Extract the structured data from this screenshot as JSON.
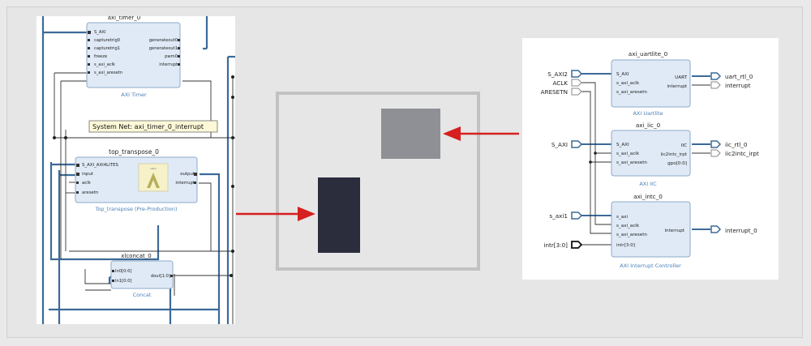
{
  "left_panel": {
    "timer_title": "axi_timer_0",
    "timer_ports_left": [
      "S_AXI",
      "capturetrig0",
      "capturetrig1",
      "freeze",
      "s_axi_aclk",
      "s_axi_aresetn"
    ],
    "timer_ports_right": [
      "generateout0",
      "generateout1",
      "pwm0",
      "interrupt"
    ],
    "timer_label": "AXI Timer",
    "tooltip": "System Net: axi_timer_0_interrupt",
    "transpose_title": "top_transpose_0",
    "transpose_ports_left": [
      "S_AXI_AXI4LITES",
      "input",
      "aclk",
      "aresetn"
    ],
    "transpose_ports_right": [
      "output",
      "interrupt"
    ],
    "transpose_logo_text": "xilinx",
    "transpose_label": "Top_transpose (Pre-Production)",
    "concat_title": "xlconcat_0",
    "concat_ports_left": [
      "In0[0:0]",
      "In1[0:0]"
    ],
    "concat_port_right": "dout[1:0]",
    "concat_label": "Concat"
  },
  "right_panel": {
    "uartlite_title": "axi_uartlite_0",
    "uartlite_ports_left": [
      "S_AXI",
      "s_axi_aclk",
      "s_axi_aresetn"
    ],
    "uartlite_ports_right": [
      "UART",
      "interrupt"
    ],
    "uartlite_label": "AXI Uartlite",
    "iic_title": "axi_iic_0",
    "iic_ports_left": [
      "S_AXI",
      "s_axi_aclk",
      "s_axi_aresetn"
    ],
    "iic_ports_right": [
      "IIC",
      "iic2intc_irpt",
      "gpo[0:0]"
    ],
    "iic_label": "AXI IIC",
    "intc_title": "axi_intc_0",
    "intc_ports_left": [
      "s_axi",
      "s_axi_aclk",
      "s_axi_aresetn",
      "intr[3:0]"
    ],
    "intc_port_right": "interrupt",
    "intc_label": "AXI Interrupt Controller",
    "ext_inputs": [
      "S_AXI2",
      "ACLK",
      "ARESETN",
      "S_AXI",
      "s_axi1",
      "intr[3:0]"
    ],
    "ext_outputs": [
      "uart_rtl_0",
      "interrupt",
      "iic_rtl_0",
      "iic2intc_irpt",
      "interrupt_0"
    ]
  },
  "colors": {
    "block_fill": "#dfeaf6",
    "block_border": "#8ea9c8",
    "wire": "#3c6a98",
    "block_label": "#4b7fb5",
    "arrow": "#d61f1f",
    "dark_block": "#2b2d3d",
    "gray_block": "#8e9096",
    "fpga_border": "#c2c2c2"
  }
}
